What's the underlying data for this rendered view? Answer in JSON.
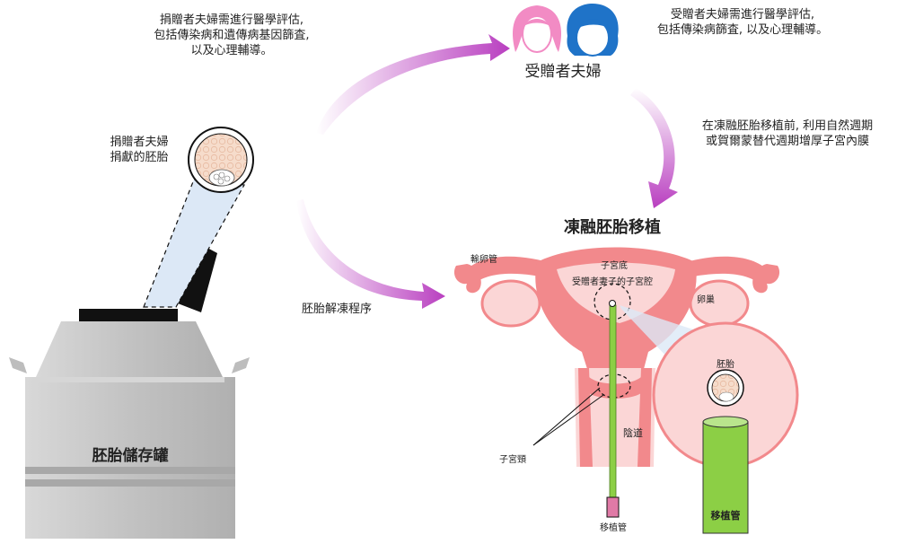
{
  "donor_note": [
    "捐贈者夫婦需進行醫學評估,",
    "包括傳染病和遺傳病基因篩査,",
    "以及心理輔導。"
  ],
  "recipient_note": [
    "受贈者夫婦需進行醫學評估,",
    "包括傳染病篩査, 以及心理輔導。"
  ],
  "recipient_label": "受贈者夫婦",
  "endometrium_note": [
    "在凍融胚胎移植前, 利用自然週期",
    "或賀爾蒙替代週期增厚子宮內膜"
  ],
  "donated_embryo_label": [
    "捐贈者夫婦",
    "捐獻的胚胎"
  ],
  "thaw_label": "胚胎解凍程序",
  "transfer_title": "凍融胚胎移植",
  "tank_label": "胚胎儲存罐",
  "uterus": {
    "fallopian_tube": "輸卵管",
    "fundus": "子宮底",
    "cavity": "受贈者妻子的子宮腔",
    "ovary": "卵巢",
    "vagina": "陰道",
    "cervix": "子宮頸",
    "catheter": "移植管"
  },
  "zoom": {
    "embryo": "胚胎",
    "catheter": "移植管"
  },
  "colors": {
    "arrow": "#b93fc0",
    "uterus": "#f2898c",
    "uterus_light": "#fbd6d6",
    "catheter_green": "#8ccf45",
    "tank_gray": "#c4c4c4",
    "female_icon": "#f28bc4",
    "male_icon": "#1f73c8"
  }
}
